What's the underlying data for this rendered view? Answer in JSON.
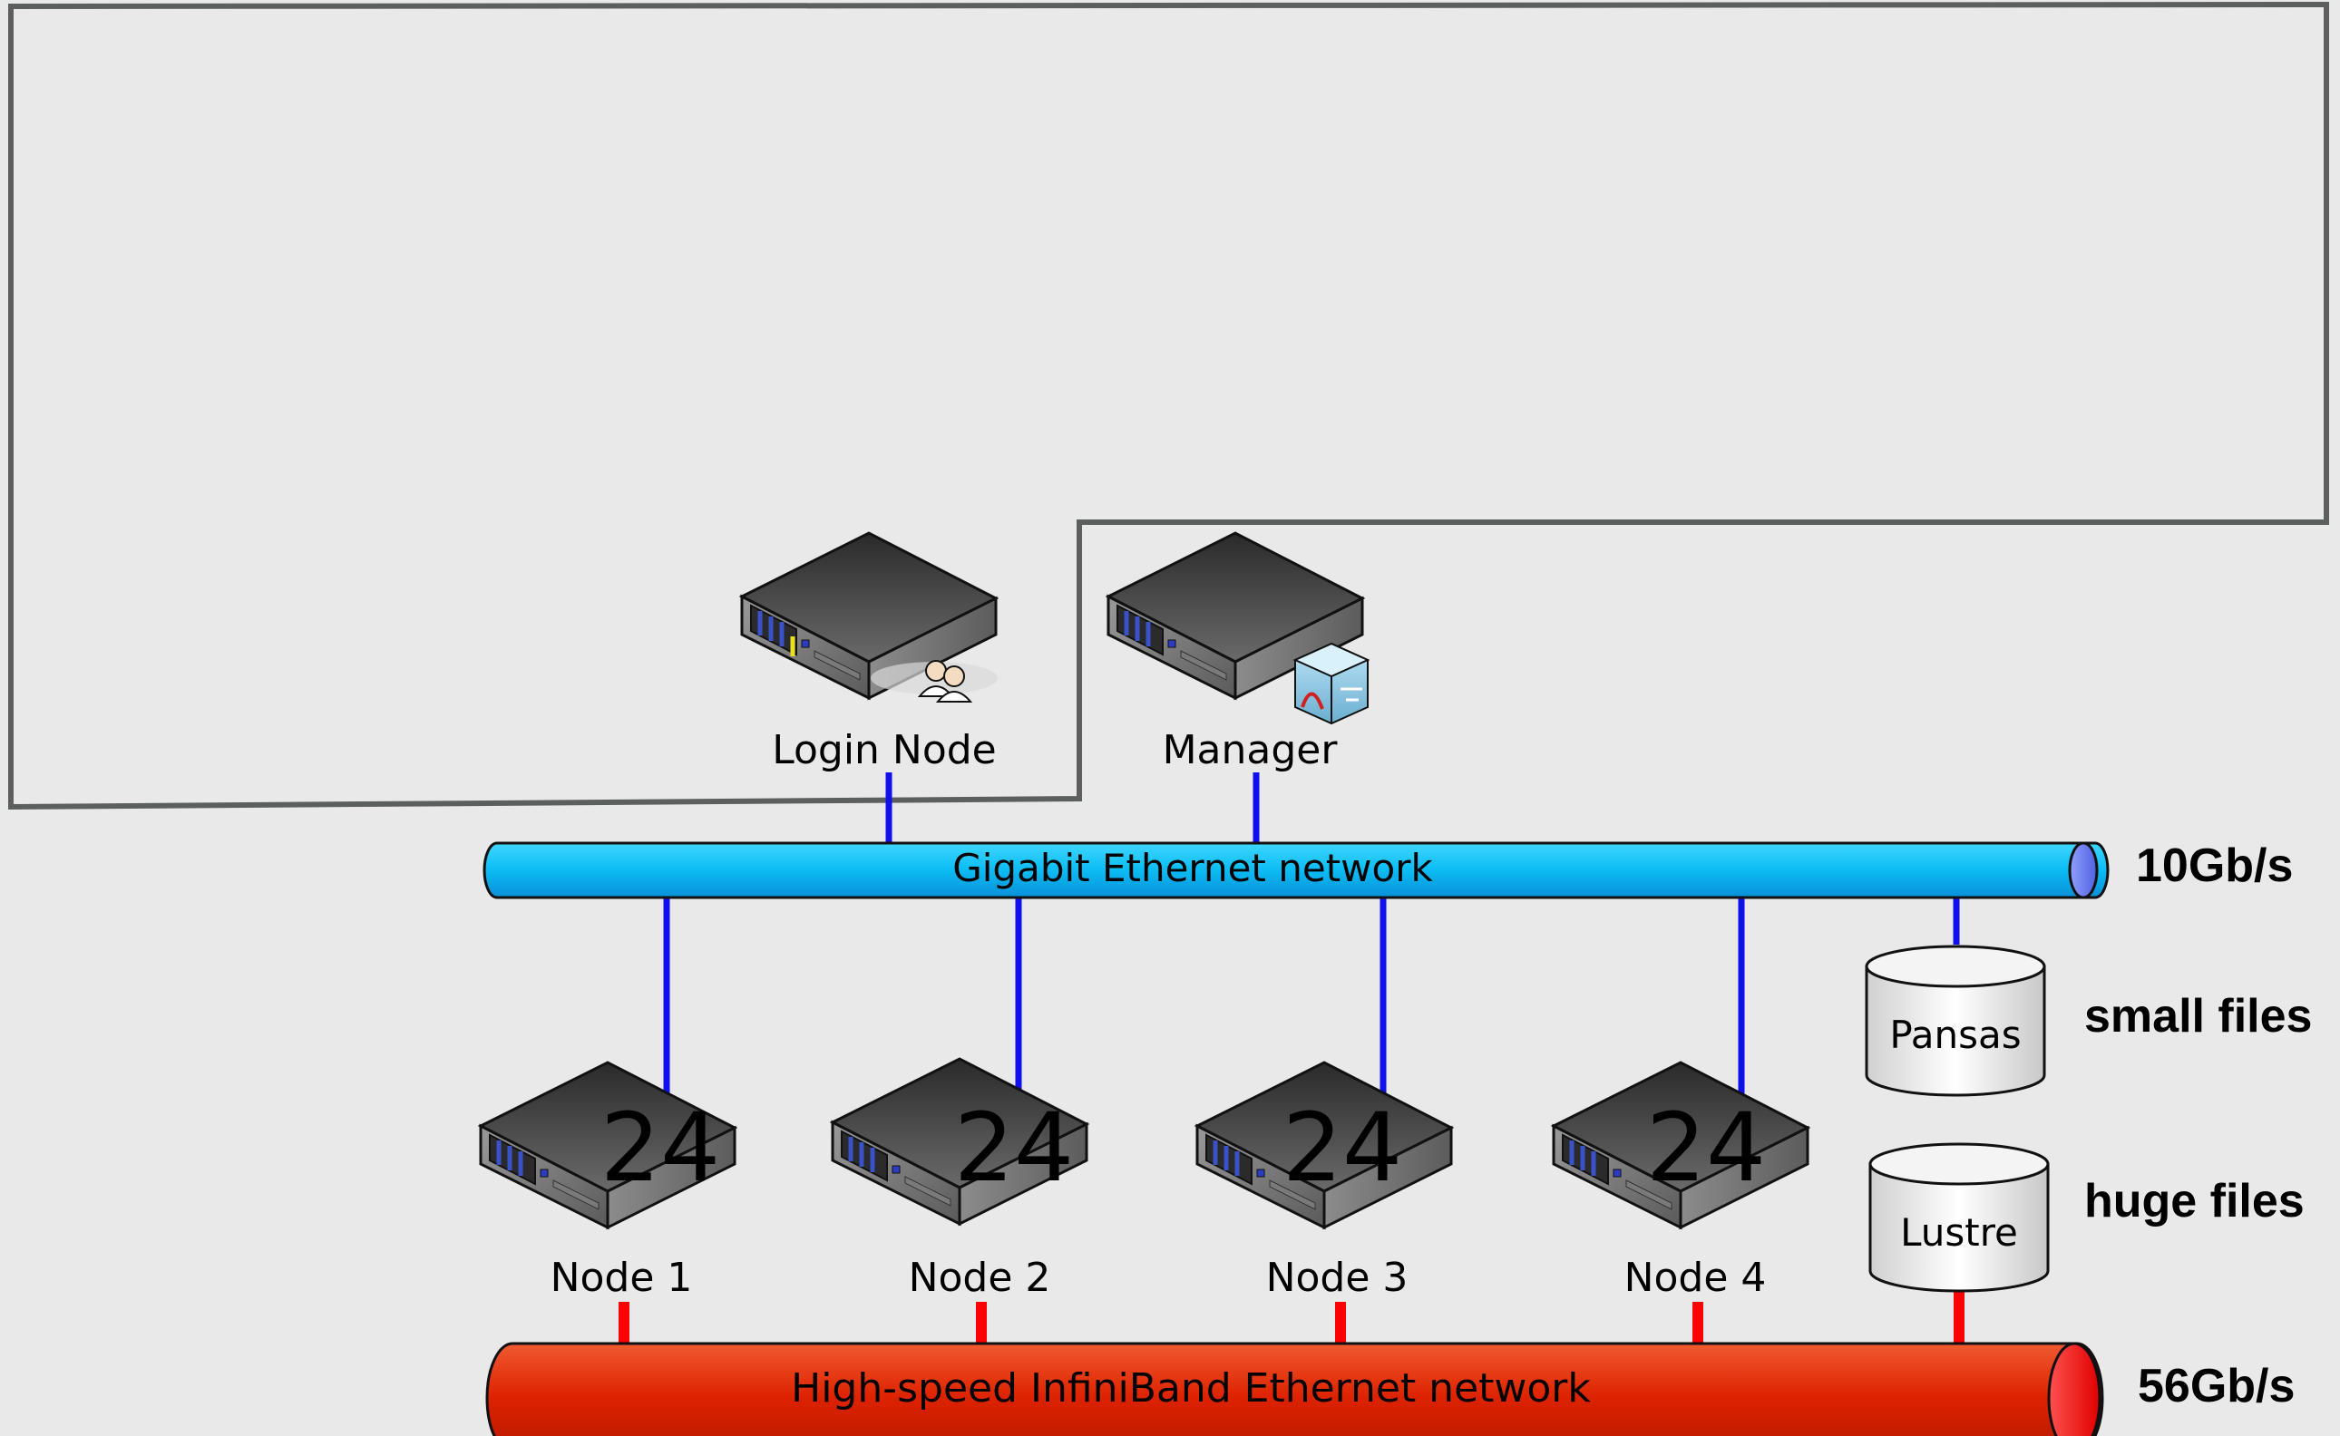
{
  "login_node": {
    "label": "Login Node"
  },
  "manager": {
    "label": "Manager"
  },
  "ethernet": {
    "label": "Gigabit Ethernet network",
    "speed": "10Gb/s"
  },
  "infiniband": {
    "label": "High-speed InfiniBand Ethernet network",
    "speed": "56Gb/s"
  },
  "nodes": [
    {
      "label": "Node 1",
      "cores": "24"
    },
    {
      "label": "Node 2",
      "cores": "24"
    },
    {
      "label": "Node 3",
      "cores": "24"
    },
    {
      "label": "Node 4",
      "cores": "24"
    }
  ],
  "storage": [
    {
      "label": "Pansas",
      "note": "small files"
    },
    {
      "label": "Lustre",
      "note": "huge files"
    }
  ],
  "colors": {
    "ethernet_link": "#1010ee",
    "infiniband_link": "#ff0000",
    "ethernet_bus": "#12c3f5",
    "infiniband_bus": "#dd2200",
    "outline": "#5b5f5d"
  }
}
